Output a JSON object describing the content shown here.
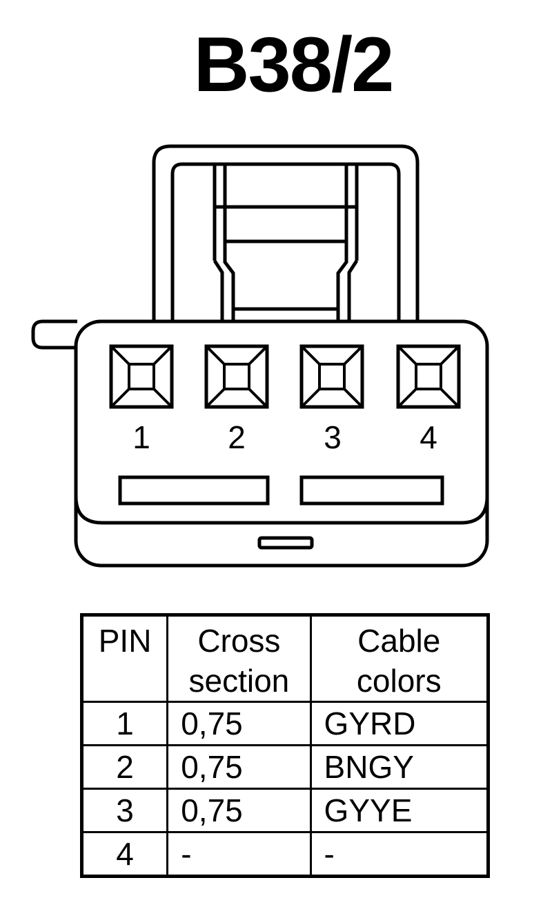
{
  "title": "B38/2",
  "connector": {
    "pin_labels": [
      "1",
      "2",
      "3",
      "4"
    ]
  },
  "table": {
    "headers": {
      "pin": "PIN",
      "cross_line1": "Cross",
      "cross_line2": "section",
      "color_line1": "Cable",
      "color_line2": "colors"
    },
    "rows": [
      {
        "pin": "1",
        "cross": "0,75",
        "color": "GYRD"
      },
      {
        "pin": "2",
        "cross": "0,75",
        "color": "BNGY"
      },
      {
        "pin": "3",
        "cross": "0,75",
        "color": "GYYE"
      },
      {
        "pin": "4",
        "cross": "-",
        "color": "-"
      }
    ]
  }
}
